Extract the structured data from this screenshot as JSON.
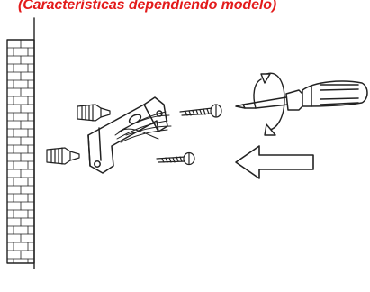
{
  "caption": {
    "text": "(Características dependiendo modelo)",
    "color": "#e31b1b"
  },
  "illustration": {
    "ink_color": "#222222",
    "parts": [
      "brick-wall",
      "wall-plug",
      "wall-plug",
      "mounting-bracket",
      "cable-bundle",
      "screw",
      "screw",
      "screwdriver",
      "rotation-arrow",
      "direction-arrow"
    ]
  }
}
